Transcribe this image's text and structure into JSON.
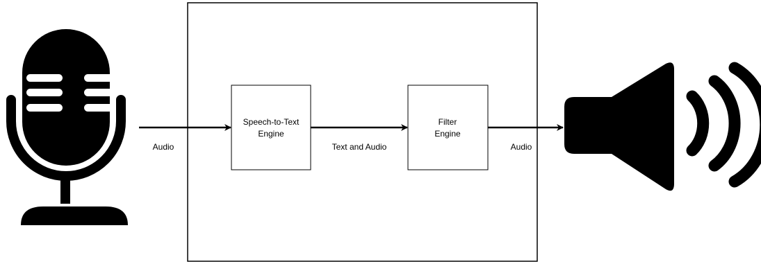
{
  "nodes": {
    "stt": {
      "line1": "Speech-to-Text",
      "line2": "Engine"
    },
    "filter": {
      "line1": "Filter",
      "line2": "Engine"
    }
  },
  "edges": {
    "mic_to_stt": "Audio",
    "stt_to_filter": "Text and Audio",
    "filter_to_speaker": "Audio"
  },
  "icons": {
    "input": "microphone-icon",
    "output": "speaker-icon"
  },
  "colors": {
    "stroke": "#000000",
    "fill": "#ffffff",
    "icon": "#000000"
  }
}
